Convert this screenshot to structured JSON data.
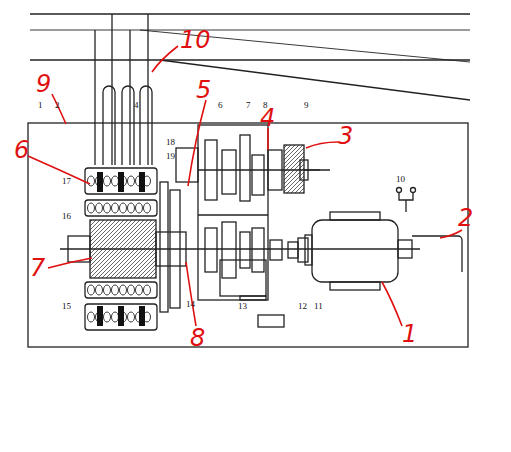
{
  "diagram": {
    "labels": [
      "10",
      "9",
      "5",
      "1",
      "2",
      "4",
      "6",
      "7",
      "8",
      "9",
      "4",
      "3",
      "6",
      "17",
      "18",
      "19",
      "16",
      "10",
      "2",
      "7",
      "15",
      "14",
      "13",
      "12",
      "11",
      "8",
      "1"
    ]
  }
}
